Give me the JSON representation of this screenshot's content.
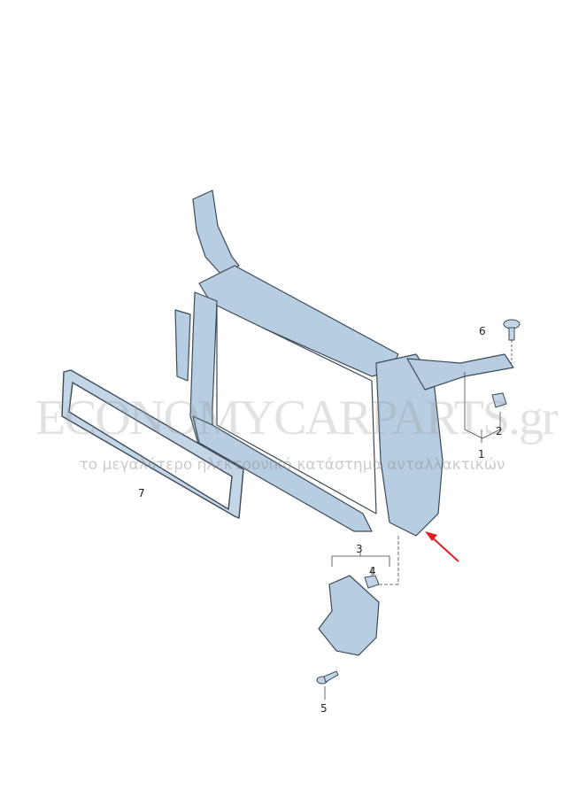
{
  "part_labels": [
    "1",
    "2",
    "3",
    "4",
    "5",
    "6",
    "7"
  ],
  "watermark": {
    "brand": "ECONOMYCARPARTS.gr",
    "tagline": "το μεγαλύτερο ηλεκτρονικό κατάστημα ανταλλακτικών"
  },
  "colors": {
    "part_fill": "#b4cbe0",
    "part_stroke": "#3d4a56",
    "arrow": "#e02020"
  }
}
